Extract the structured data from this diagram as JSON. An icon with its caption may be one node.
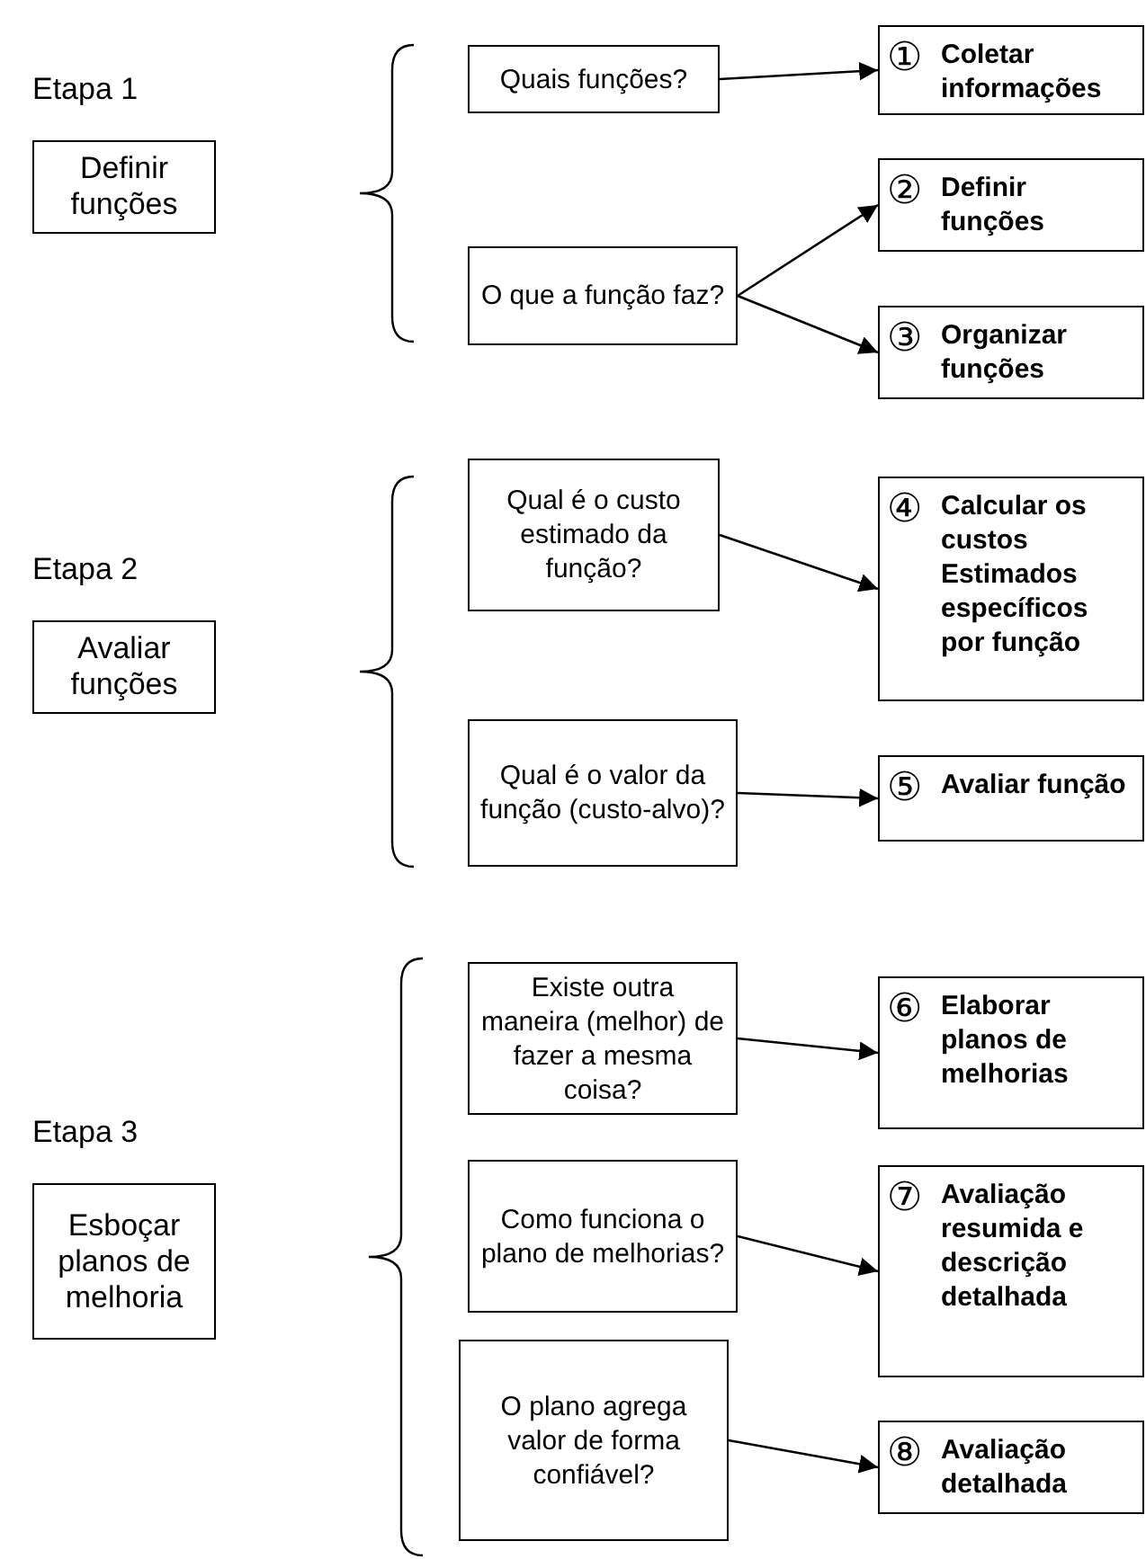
{
  "diagram": {
    "nodes": [
      {
        "text": [
          "Etapa 1",
          "Definir funções"
        ]
      },
      {
        "text": [
          "Quais funções?"
        ]
      },
      {
        "text": [
          "O que a função faz?"
        ]
      },
      {
        "text": [
          "①",
          "Coletar informações"
        ]
      },
      {
        "text": [
          "②",
          "Definir funções"
        ]
      },
      {
        "text": [
          "③",
          "Organizar funções"
        ]
      },
      {
        "text": [
          "Etapa 2",
          "Avaliar funções"
        ]
      },
      {
        "text": [
          "Qual é o custo estimado da função?"
        ]
      },
      {
        "text": [
          "Qual é o valor da função (custo-alvo)?"
        ]
      },
      {
        "text": [
          "④",
          "Calcular os custos Estimados específicos por função"
        ]
      },
      {
        "text": [
          "⑤",
          "Avaliar função"
        ]
      },
      {
        "text": [
          "Etapa 3",
          "Esboçar planos de melhoria"
        ]
      },
      {
        "text": [
          "Existe outra maneira (melhor) de fazer a mesma coisa?"
        ]
      },
      {
        "text": [
          "Como funciona o plano de melhorias?"
        ]
      },
      {
        "text": [
          "O plano agrega valor de forma confiável?"
        ]
      },
      {
        "text": [
          "⑥",
          "Elaborar planos de melhorias"
        ]
      },
      {
        "text": [
          "⑦",
          "Avaliação resumida e descrição detalhada"
        ]
      },
      {
        "text": [
          "⑧",
          "Avaliação detalhada"
        ]
      }
    ],
    "edges": [
      {
        "from": 1,
        "to": 3,
        "arrow": "to"
      },
      {
        "from": 2,
        "to": 4,
        "arrow": "to"
      },
      {
        "from": 2,
        "to": 5,
        "arrow": "to"
      },
      {
        "from": 7,
        "to": 9,
        "arrow": "to"
      },
      {
        "from": 8,
        "to": 10,
        "arrow": "to"
      },
      {
        "from": 12,
        "to": 15,
        "arrow": "to"
      },
      {
        "from": 13,
        "to": 16,
        "arrow": "to"
      },
      {
        "from": 14,
        "to": 17,
        "arrow": "to"
      }
    ]
  }
}
